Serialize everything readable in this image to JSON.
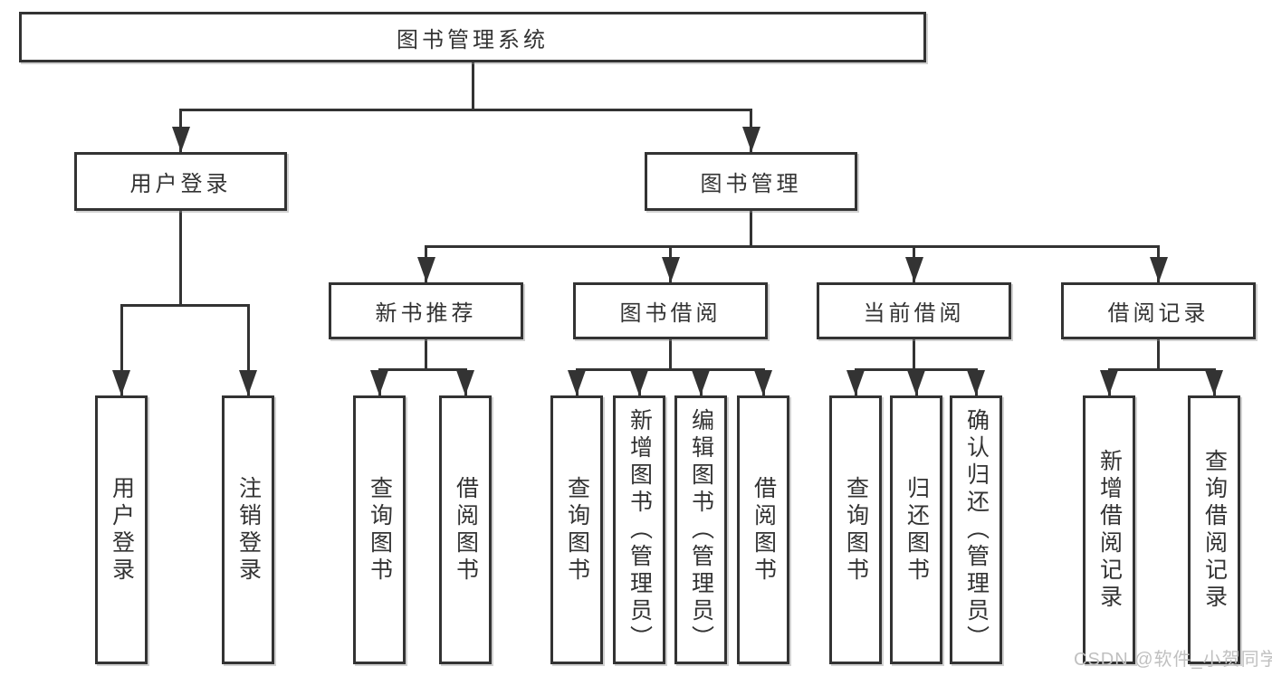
{
  "root": {
    "label": "图书管理系统"
  },
  "user_branch": {
    "label": "用户登录",
    "children": [
      {
        "label": "用户登录"
      },
      {
        "label": "注销登录"
      }
    ]
  },
  "book_branch": {
    "label": "图书管理",
    "sections": [
      {
        "label": "新书推荐",
        "children": [
          {
            "label": "查询图书"
          },
          {
            "label": "借阅图书"
          }
        ]
      },
      {
        "label": "图书借阅",
        "children": [
          {
            "label": "查询图书"
          },
          {
            "label": "新增图书（管理员）"
          },
          {
            "label": "编辑图书（管理员）"
          },
          {
            "label": "借阅图书"
          }
        ]
      },
      {
        "label": "当前借阅",
        "children": [
          {
            "label": "查询图书"
          },
          {
            "label": "归还图书"
          },
          {
            "label": "确认归还（管理员）"
          }
        ]
      },
      {
        "label": "借阅记录",
        "children": [
          {
            "label": "新增借阅记录"
          },
          {
            "label": "查询借阅记录"
          }
        ]
      }
    ]
  },
  "watermark": {
    "text": "CSDN @软件_小贺同学"
  },
  "colors": {
    "line": "#333333",
    "box_background": "#ffffff",
    "text": "#333333",
    "watermark": "#c0c0c0"
  }
}
